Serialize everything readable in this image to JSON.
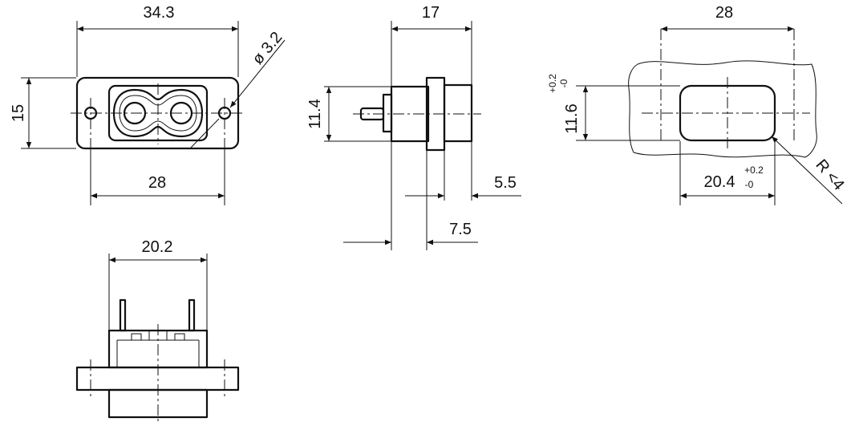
{
  "drawing": {
    "front_view": {
      "overall_width": "34.3",
      "height": "15",
      "hole_pitch": "28",
      "hole_diameter": "ø 3.2"
    },
    "side_view": {
      "body_height": "11.4",
      "overall_depth": "17",
      "flange_thickness": "5.5",
      "rear_depth": "7.5"
    },
    "cutout_view": {
      "width": "28",
      "height_nominal": "11.6",
      "height_tol_plus": "+0.2",
      "height_tol_minus": "-0",
      "opening_width": "20.4",
      "opening_tol_plus": "+0.2",
      "opening_tol_minus": "-0",
      "corner_radius": "R <4"
    },
    "bottom_view": {
      "pin_span": "20.2"
    }
  }
}
